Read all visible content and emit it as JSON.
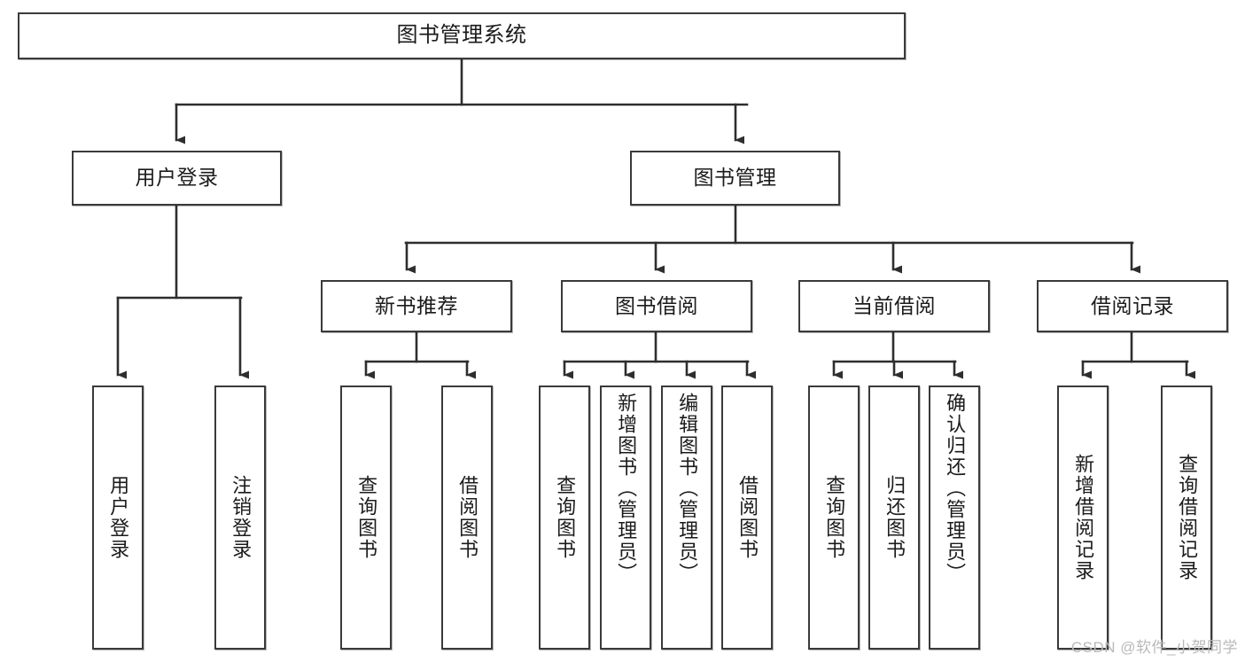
{
  "diagram": {
    "type": "tree",
    "title": "图书管理系统",
    "colors": {
      "box_border": "#3a3a3a",
      "box_fill": "#ffffff",
      "edge": "#2e2e2e",
      "text": "#1b1b1b",
      "watermark": "#b9b9b9"
    },
    "levels": [
      {
        "level": 1,
        "labels": [
          "图书管理系统"
        ]
      },
      {
        "level": 2,
        "labels": [
          "用户登录",
          "图书管理"
        ]
      },
      {
        "level": 3,
        "labels": [
          "新书推荐",
          "图书借阅",
          "当前借阅",
          "借阅记录"
        ]
      },
      {
        "level": 4,
        "labels": [
          "用户登录",
          "注销登录",
          "查询图书",
          "借阅图书",
          "查询图书",
          "新增图书（管理员）",
          "编辑图书（管理员）",
          "借阅图书",
          "查询图书",
          "归还图书",
          "确认归还（管理员）",
          "新增借阅记录",
          "查询借阅记录"
        ]
      }
    ],
    "nodes": {
      "root": "图书管理系统",
      "user_login": "用户登录",
      "book_manage": "图书管理",
      "new_book_rec": "新书推荐",
      "book_borrow": "图书借阅",
      "current_borrow": "当前借阅",
      "borrow_record": "借阅记录",
      "leaf_user_login": "用户登录",
      "leaf_logout": "注销登录",
      "leaf_query_book_1": "查询图书",
      "leaf_borrow_book_1": "借阅图书",
      "leaf_query_book_2": "查询图书",
      "leaf_add_book_admin": "新增图书（管理员）",
      "leaf_edit_book_admin": "编辑图书（管理员）",
      "leaf_borrow_book_2": "借阅图书",
      "leaf_query_book_3": "查询图书",
      "leaf_return_book": "归还图书",
      "leaf_confirm_return_admin": "确认归还（管理员）",
      "leaf_add_borrow_record": "新增借阅记录",
      "leaf_query_borrow_record": "查询借阅记录"
    },
    "edges": [
      {
        "from": "图书管理系统",
        "to": "用户登录"
      },
      {
        "from": "图书管理系统",
        "to": "图书管理"
      },
      {
        "from": "用户登录",
        "to": "用户登录"
      },
      {
        "from": "用户登录",
        "to": "注销登录"
      },
      {
        "from": "图书管理",
        "to": "新书推荐"
      },
      {
        "from": "图书管理",
        "to": "图书借阅"
      },
      {
        "from": "图书管理",
        "to": "当前借阅"
      },
      {
        "from": "图书管理",
        "to": "借阅记录"
      },
      {
        "from": "新书推荐",
        "to": "查询图书"
      },
      {
        "from": "新书推荐",
        "to": "借阅图书"
      },
      {
        "from": "图书借阅",
        "to": "查询图书"
      },
      {
        "from": "图书借阅",
        "to": "新增图书（管理员）"
      },
      {
        "from": "图书借阅",
        "to": "编辑图书（管理员）"
      },
      {
        "from": "图书借阅",
        "to": "借阅图书"
      },
      {
        "from": "当前借阅",
        "to": "查询图书"
      },
      {
        "from": "当前借阅",
        "to": "归还图书"
      },
      {
        "from": "当前借阅",
        "to": "确认归还（管理员）"
      },
      {
        "from": "借阅记录",
        "to": "新增借阅记录"
      },
      {
        "from": "借阅记录",
        "to": "查询借阅记录"
      }
    ]
  },
  "watermark": {
    "text": "CSDN @软件_小贺同学"
  }
}
